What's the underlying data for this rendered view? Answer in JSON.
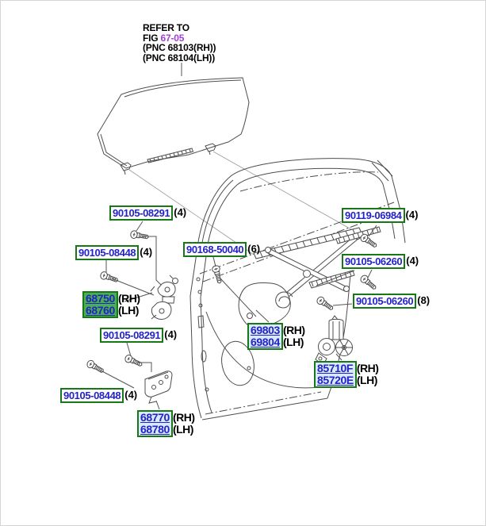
{
  "colors": {
    "part-link": "#2323c8",
    "box-border": "#187818",
    "selected-fill": "#49b04f",
    "highlight-fill": "#d8e9f8",
    "fig-ref": "#a040d8",
    "line": "#4d4d4d"
  },
  "header": {
    "line1": "REFER TO",
    "fig_prefix": "FIG",
    "fig_number": "67-05",
    "pnc_rh": "(PNC 68103(RH))",
    "pnc_lh": "(PNC 68104(LH))"
  },
  "labels": {
    "hinge_upper_body_bolt": {
      "number": "90105-08291",
      "count": "(4)"
    },
    "hinge_upper_door_bolt": {
      "number": "90105-08448",
      "count": "(4)"
    },
    "regulator_screw": {
      "number": "90168-50040",
      "count": "(6)"
    },
    "channel_bolt": {
      "number": "90119-06984",
      "count": "(4)"
    },
    "rail_bolt_4": {
      "number": "90105-06260",
      "count": "(4)"
    },
    "rail_bolt_8": {
      "number": "90105-06260",
      "count": "(8)"
    },
    "hinge_upper": {
      "rh_number": "68750",
      "rh_side": "(RH)",
      "lh_number": "68760",
      "lh_side": "(LH)"
    },
    "panel_rear_door": {
      "rh_number": "69803",
      "rh_side": "(RH)",
      "lh_number": "69804",
      "lh_side": "(LH)"
    },
    "motor": {
      "rh_number": "85710F",
      "rh_side": "(RH)",
      "lh_number": "85720E",
      "lh_side": "(LH)"
    },
    "hinge_lower_body_bolt": {
      "number": "90105-08291",
      "count": "(4)"
    },
    "hinge_lower_door_bolt": {
      "number": "90105-08448",
      "count": "(4)"
    },
    "hinge_lower": {
      "rh_number": "68770",
      "rh_side": "(RH)",
      "lh_number": "68780",
      "lh_side": "(LH)"
    }
  }
}
